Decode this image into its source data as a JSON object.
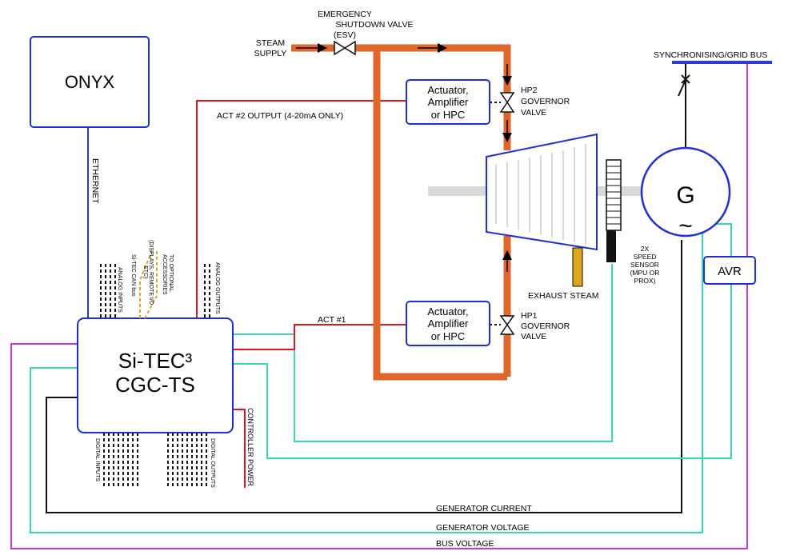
{
  "blocks": {
    "onyx": "ONYX",
    "controller_line1": "Si-TEC³",
    "controller_line2": "CGC-TS",
    "actuator_hp2": [
      "Actuator,",
      "Amplifier",
      "or HPC"
    ],
    "actuator_hp1": [
      "Actuator,",
      "Amplifier",
      "or HPC"
    ],
    "generator": "G",
    "generator_symbol": "~",
    "avr": "AVR"
  },
  "labels": {
    "steam_supply": [
      "STEAM",
      "SUPPLY"
    ],
    "esv": [
      "EMERGENCY",
      "SHUTDOWN VALVE",
      "(ESV)"
    ],
    "hp2_valve": [
      "HP2",
      "GOVERNOR",
      "VALVE"
    ],
    "hp1_valve": [
      "HP1",
      "GOVERNOR",
      "VALVE"
    ],
    "sync_bus": "SYNCHRONISING/GRID BUS",
    "act2_output": "ACT #2 OUTPUT (4-20mA ONLY)",
    "act1": "ACT #1",
    "exhaust_steam": "EXHAUST STEAM",
    "speed_sensor": [
      "2X",
      "SPEED",
      "SENSOR",
      "(MPU OR",
      "PROX)"
    ],
    "ethernet": "ETHERNET",
    "controller_power": "CONTROLLER POWER",
    "generator_current": "GENERATOR CURRENT",
    "generator_voltage": "GENERATOR VOLTAGE",
    "bus_voltage": "BUS VOLTAGE",
    "analog_inputs": "ANALOG INPUTS",
    "can_bus": "Si-TEC CAN bus",
    "optional_accessories": [
      "TO OPTIONAL",
      "ACCESSORIES",
      "(DISPLAYS, REMOTE I/O",
      "ETC)"
    ],
    "analog_outputs": "ANALOG OUTPUTS",
    "digital_inputs": "DIGITAL INPUTS",
    "digital_outputs": "DIGITAL OUTPUTS"
  },
  "colors": {
    "block_border": "#1f2fd6",
    "steam_pipe": "#e0662a",
    "signal_red": "#e0141e",
    "cyan_wire": "#33d9b2",
    "magenta_wire": "#c43ad6",
    "black_wire": "#111111",
    "ethernet_blue": "#2a3bd4",
    "exhaust_gold": "#e0a41e",
    "can_dashed": "#e0a41e",
    "shaft_grey": "#d9d9d9"
  }
}
